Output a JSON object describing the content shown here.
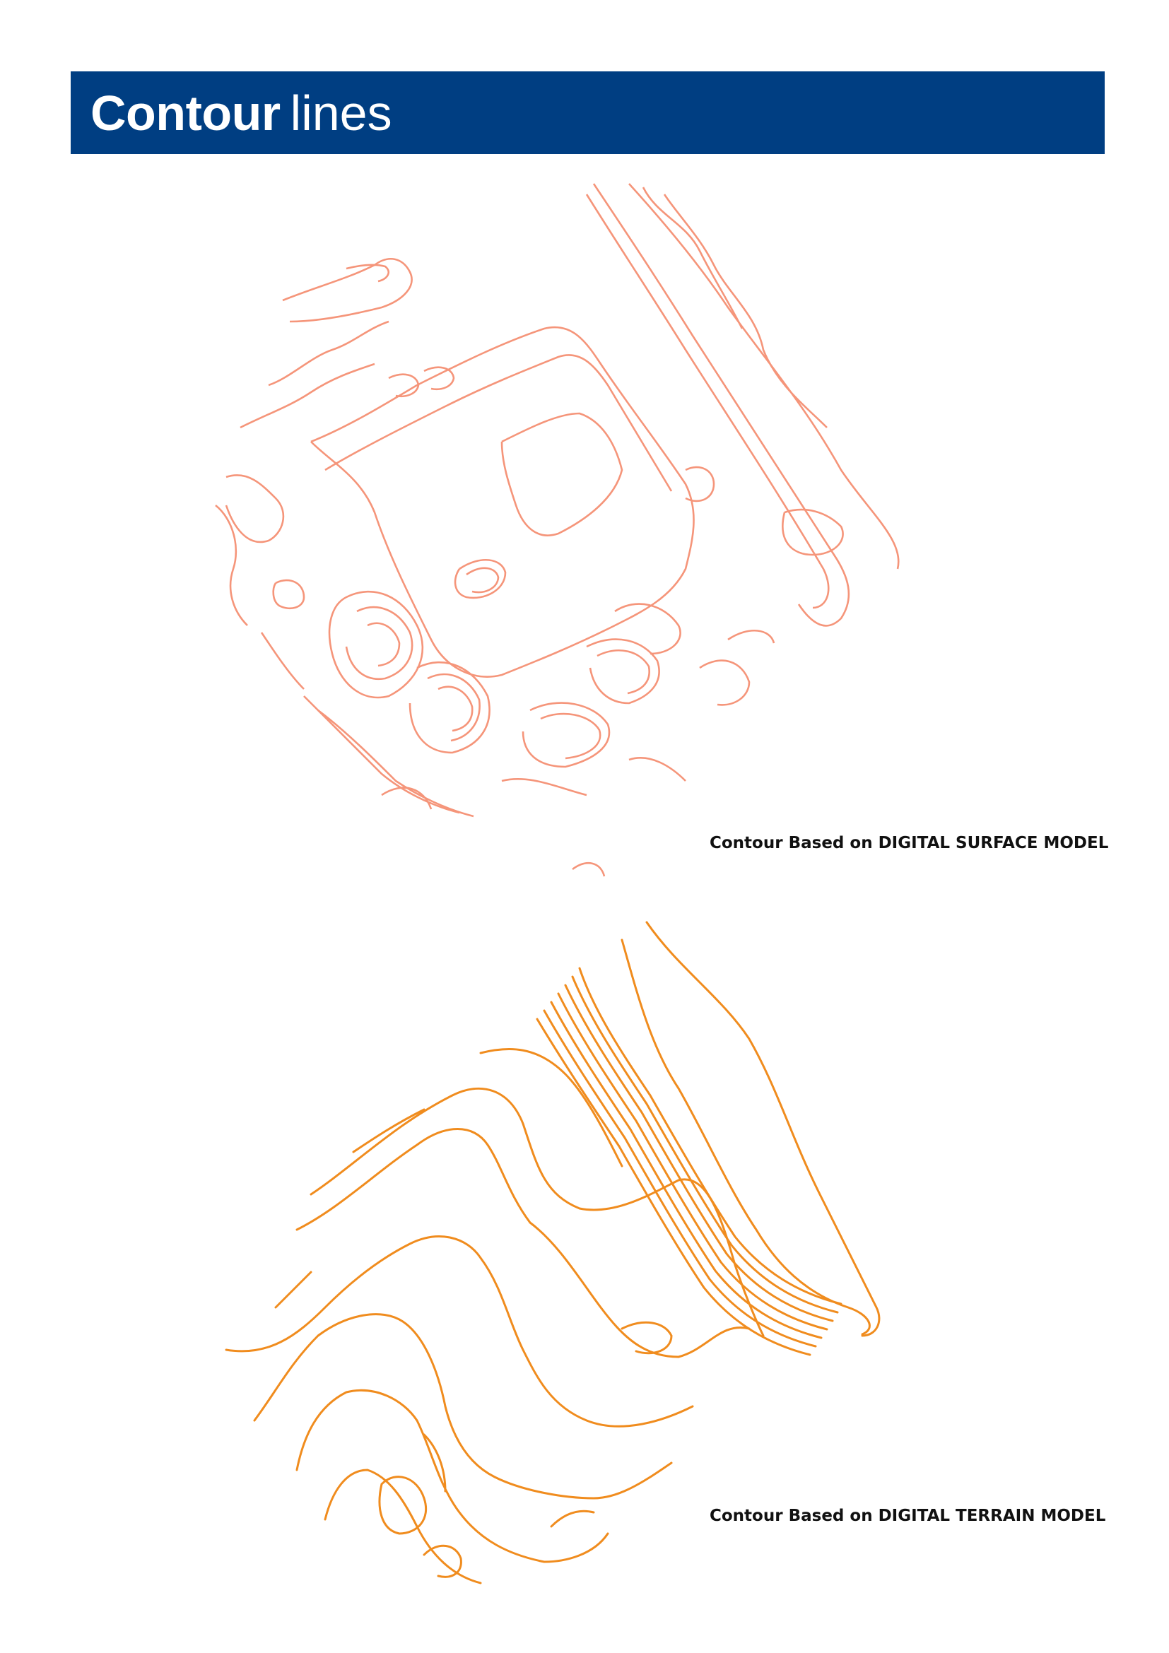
{
  "title": {
    "bold": "Contour",
    "light": "lines"
  },
  "colors": {
    "banner": "#003e82",
    "dsm_lines": "#f5957a",
    "dtm_lines": "#f08c1e"
  },
  "figures": [
    {
      "id": "dsm",
      "caption_pre": "Contour Based on ",
      "caption_main": "DIGITAL SURFACE MODEL"
    },
    {
      "id": "dtm",
      "caption_pre": "Contour Based on ",
      "caption_main": "DIGITAL TERRAIN MODEL"
    }
  ]
}
